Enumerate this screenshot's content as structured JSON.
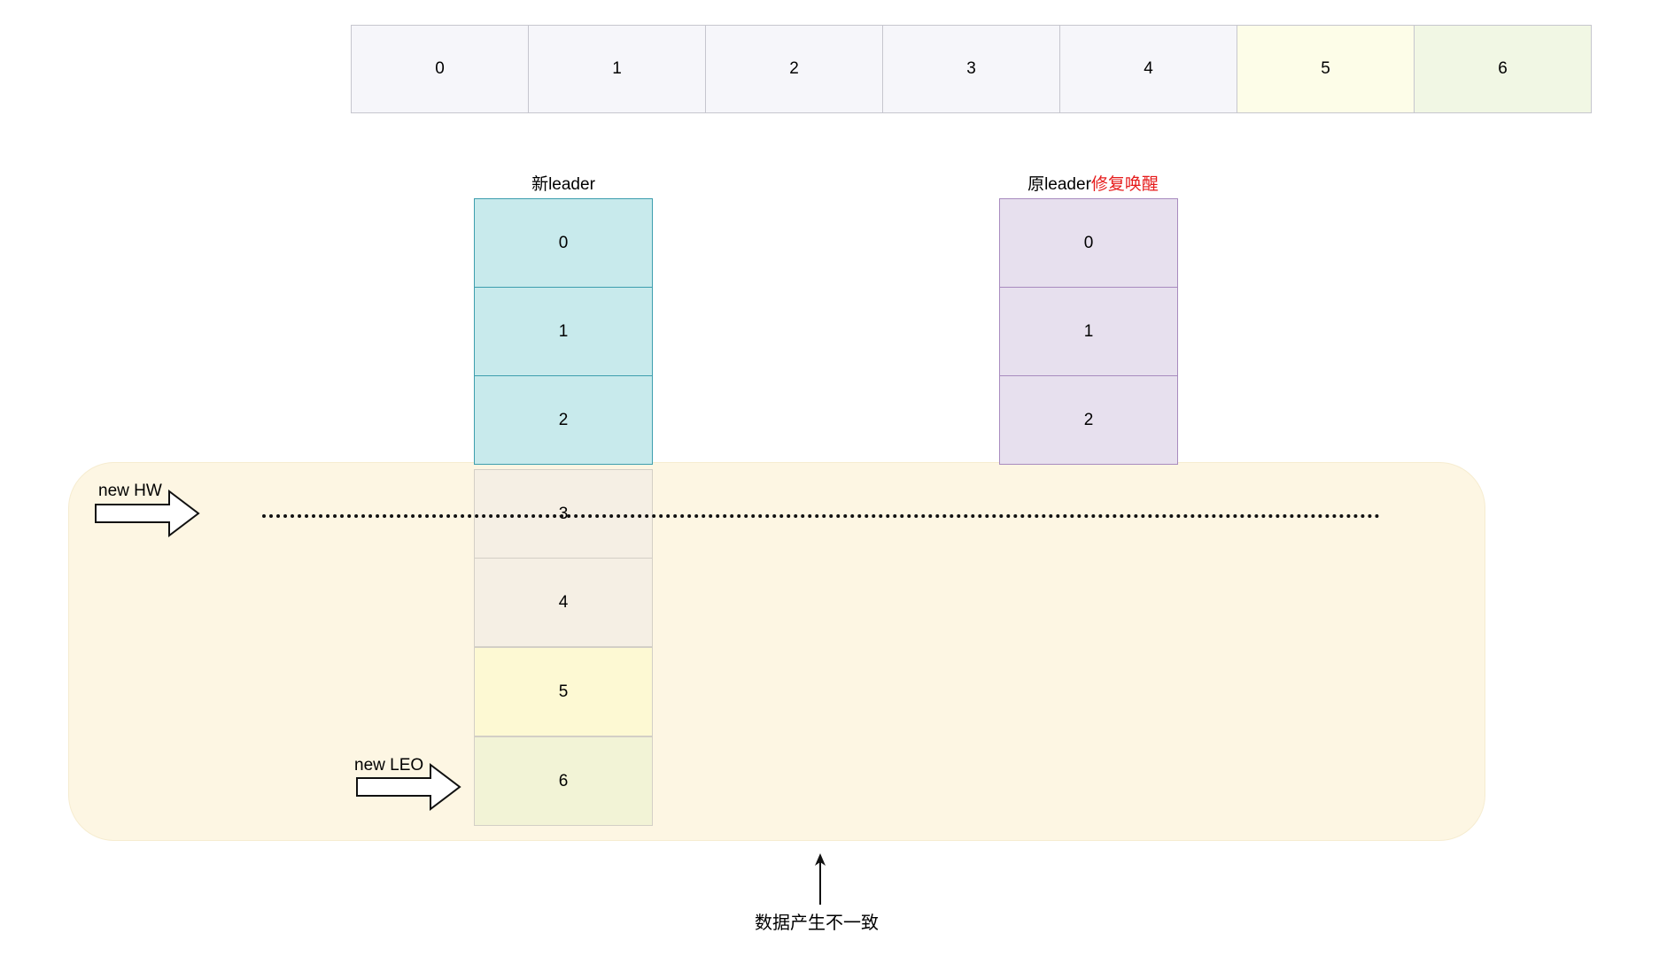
{
  "top_row": {
    "cells": [
      {
        "label": "0",
        "color": "#f6f6fa"
      },
      {
        "label": "1",
        "color": "#f6f6fa"
      },
      {
        "label": "2",
        "color": "#f6f6fa"
      },
      {
        "label": "3",
        "color": "#f6f6fa"
      },
      {
        "label": "4",
        "color": "#f6f6fa"
      },
      {
        "label": "5",
        "color": "#fdfde8"
      },
      {
        "label": "6",
        "color": "#f1f7e4"
      }
    ],
    "border_color": "#c6c6ce"
  },
  "new_leader": {
    "title": "新leader",
    "cells": [
      {
        "label": "0",
        "color": "#c8eaec",
        "border": "#3d9eae"
      },
      {
        "label": "1",
        "color": "#c8eaec",
        "border": "#3d9eae"
      },
      {
        "label": "2",
        "color": "#c8eaec",
        "border": "#3d9eae"
      },
      {
        "label": "3",
        "color": "#f5efe4",
        "border": "#d3cfc6"
      },
      {
        "label": "4",
        "color": "#f5efe4",
        "border": "#d3cfc6"
      },
      {
        "label": "5",
        "color": "#fdf9d3",
        "border": "#d3cfc6"
      },
      {
        "label": "6",
        "color": "#f2f3d6",
        "border": "#d3cfc6"
      }
    ]
  },
  "old_leader": {
    "title_prefix": "原leader",
    "title_highlight": "修复唤醒",
    "highlight_color": "#e61b1b",
    "cells": [
      {
        "label": "0",
        "color": "#e7e0ee",
        "border": "#a88bbf"
      },
      {
        "label": "1",
        "color": "#e7e0ee",
        "border": "#a88bbf"
      },
      {
        "label": "2",
        "color": "#e7e0ee",
        "border": "#a88bbf"
      }
    ]
  },
  "markers": {
    "hw_label": "new HW",
    "leo_label": "new LEO"
  },
  "region_color": "#fdf6e3",
  "caption": "数据产生不一致"
}
